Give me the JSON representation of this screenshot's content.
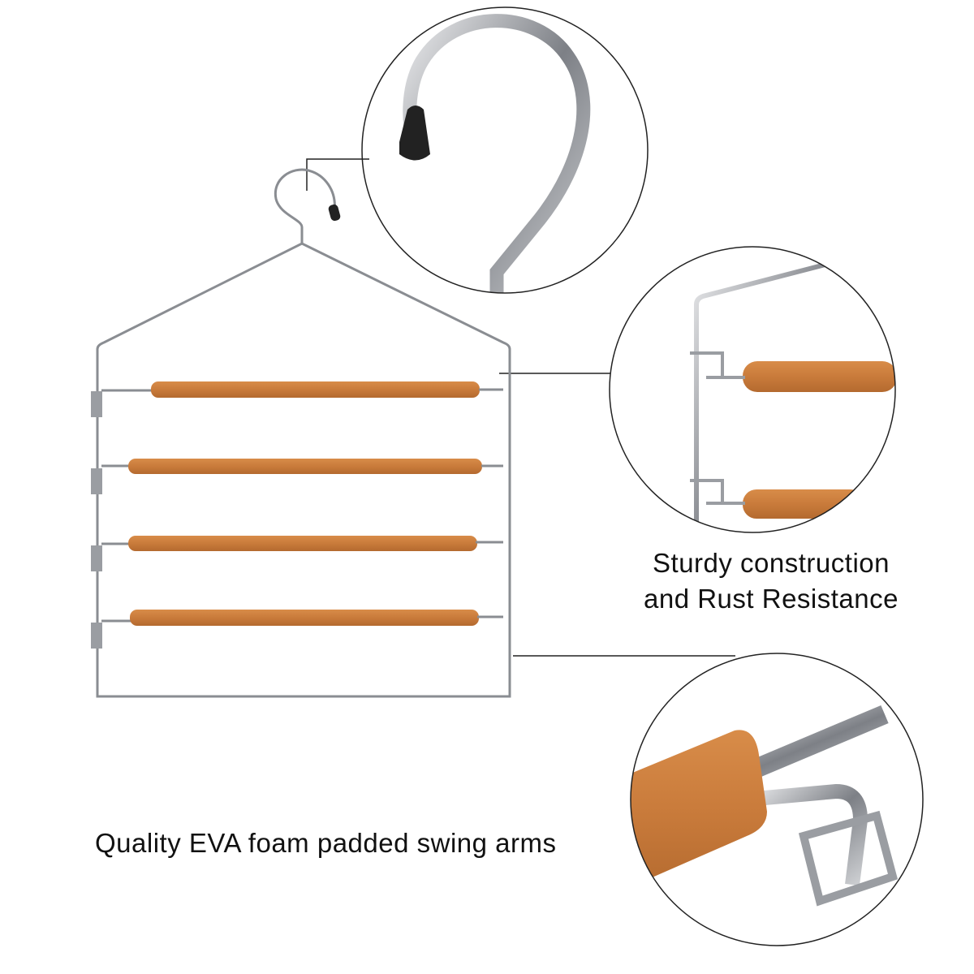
{
  "callouts": {
    "construction_line1": "Sturdy construction",
    "construction_line2": "and Rust Resistance",
    "foam": "Quality EVA foam padded swing arms"
  },
  "colors": {
    "foam": "#c97b3b",
    "metal": "#8a8d92",
    "outline": "#222222"
  }
}
